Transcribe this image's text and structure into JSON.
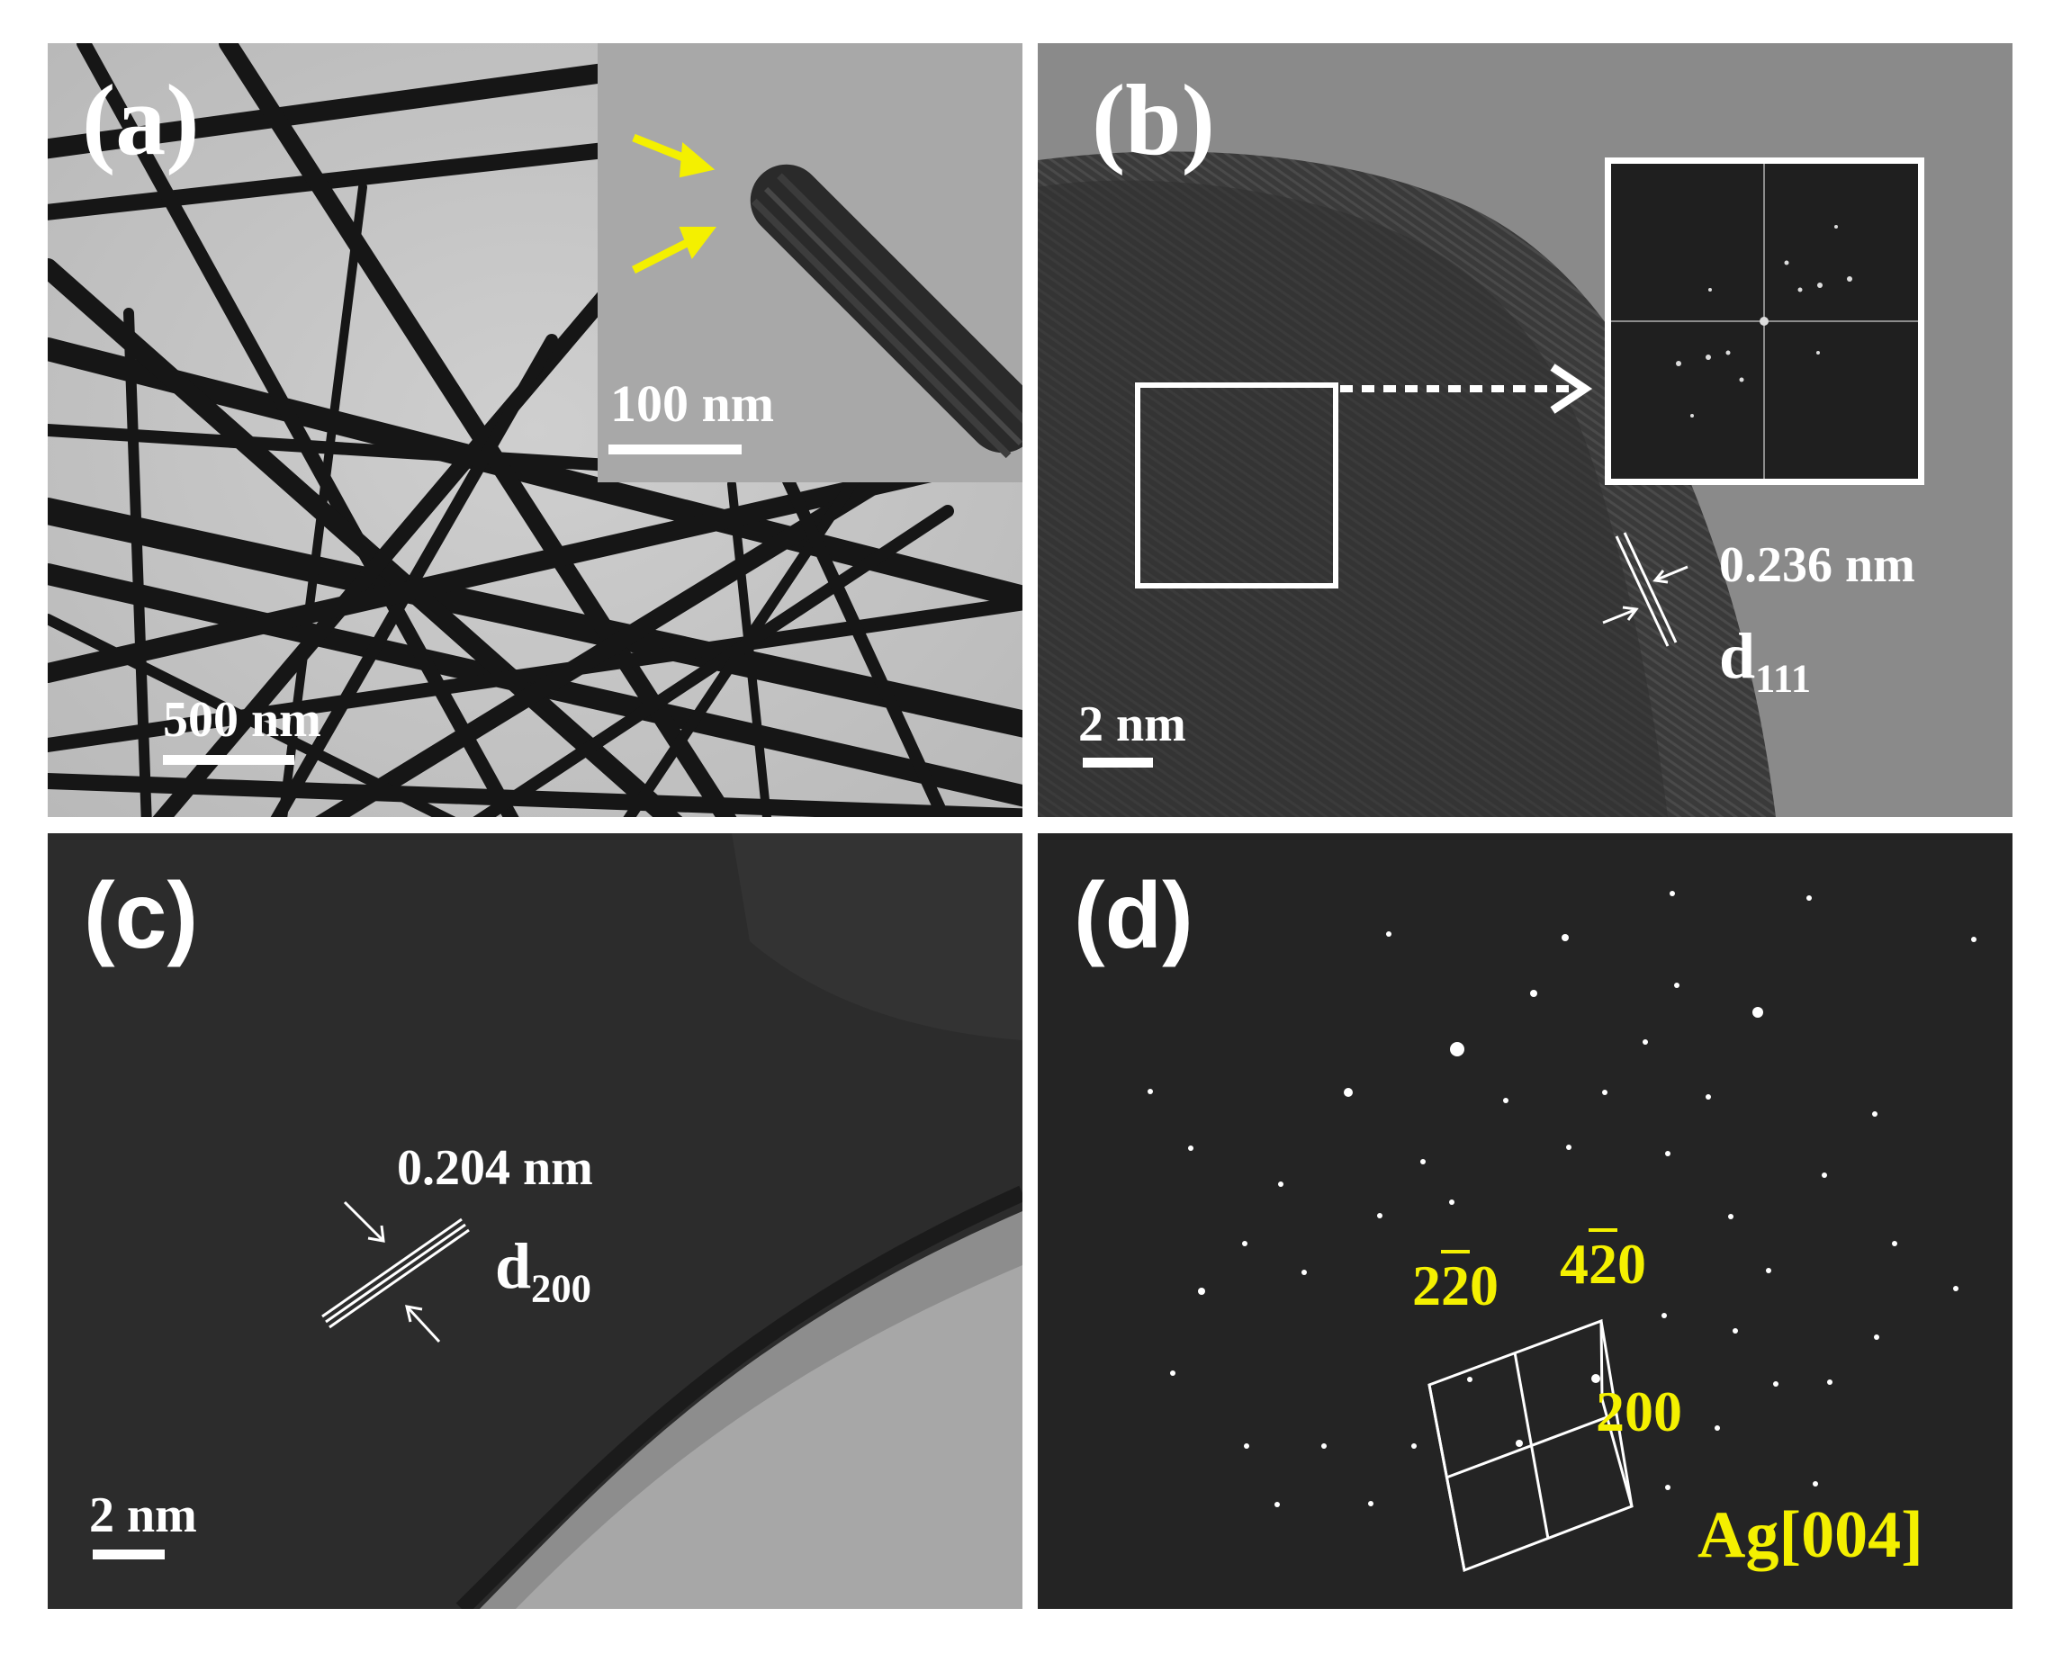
{
  "panels": {
    "a": {
      "label": "(a)",
      "scale_main": "500 nm",
      "scale_inset": "100 nm"
    },
    "b": {
      "label": "(b)",
      "scale": "2 nm",
      "spacing": "0.236 nm",
      "plane_base": "d",
      "plane_sub": "111"
    },
    "c": {
      "label": "(c)",
      "scale": "2 nm",
      "spacing": "0.204 nm",
      "plane_base": "d",
      "plane_sub": "200"
    },
    "d": {
      "label": "(d)",
      "index_220_a": "2",
      "index_220_bar": "2",
      "index_220_b": "0",
      "index_420_a": "4",
      "index_420_bar": "2",
      "index_420_b": "0",
      "index_200": "200",
      "zone_axis": "Ag[004]"
    }
  },
  "colors": {
    "annotation_yellow": "#f4f000",
    "annotation_white": "#ffffff"
  }
}
